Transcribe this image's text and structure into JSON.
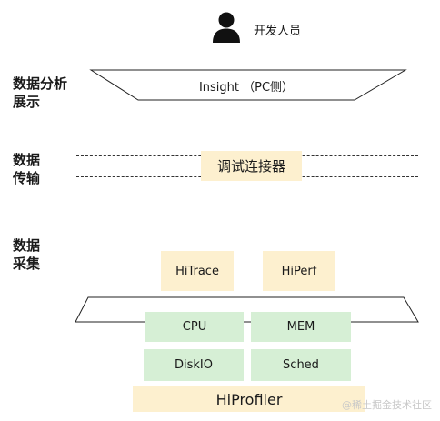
{
  "developer": {
    "label": "开发人员",
    "icon": "person-icon"
  },
  "sections": {
    "analysis": {
      "line1": "数据分析",
      "line2": "展示"
    },
    "transfer": {
      "line1": "数据",
      "line2": "传输"
    },
    "collect": {
      "line1": "数据",
      "line2": "采集"
    }
  },
  "insight": {
    "label": "Insight （PC侧）"
  },
  "debug_connector": {
    "label": "调试连接器"
  },
  "tools": {
    "hitrace": "HiTrace",
    "hiperf": "HiPerf"
  },
  "modules": {
    "cpu": "CPU",
    "mem": "MEM",
    "diskio": "DiskIO",
    "sched": "Sched"
  },
  "hiprofiler": {
    "label": "HiProfiler"
  },
  "watermark": {
    "text": "@稀土掘金技术社区"
  },
  "colors": {
    "yellow": "#fdf0cf",
    "green": "#d6efd5",
    "text": "#1a1a1a"
  }
}
